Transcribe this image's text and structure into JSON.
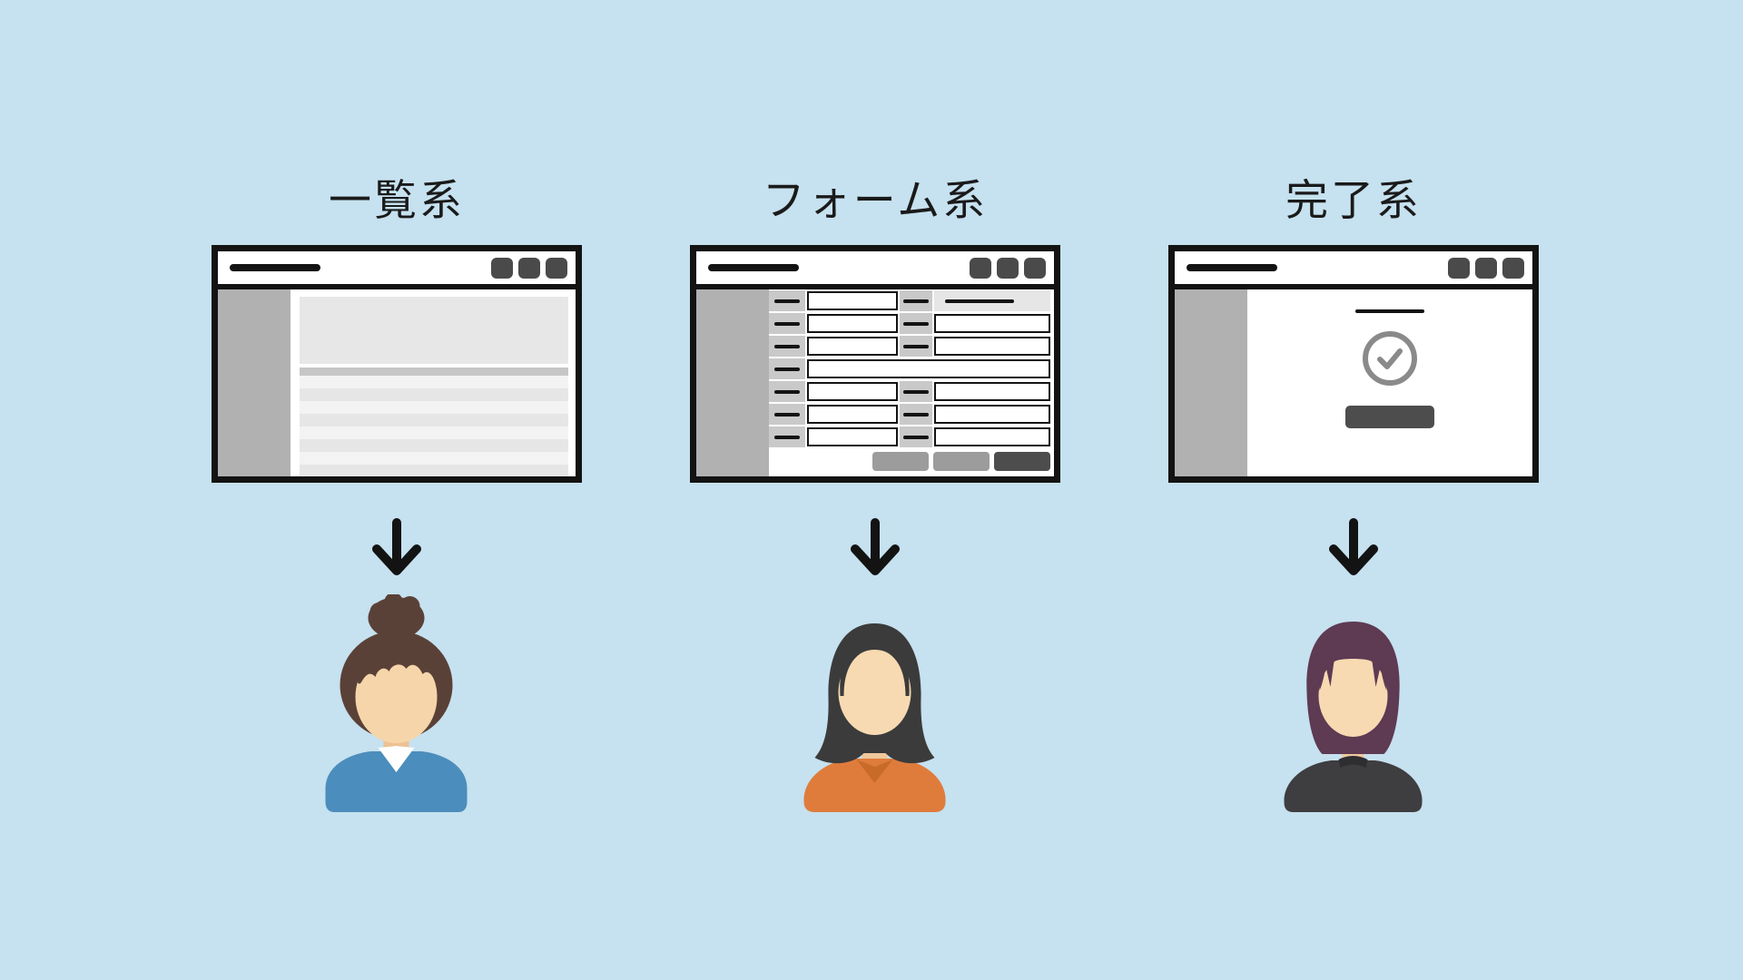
{
  "page": {
    "background_color": "#C6E1EF",
    "text_color": "#1A1A1A"
  },
  "columns": [
    {
      "id": "list",
      "title": "一覧系",
      "screen_type": "list-screen",
      "persona": "woman-with-hair-bun-blue-sweater"
    },
    {
      "id": "form",
      "title": "フォーム系",
      "screen_type": "form-screen",
      "persona": "woman-with-long-dark-hair-orange-top"
    },
    {
      "id": "completion",
      "title": "完了系",
      "screen_type": "completion-screen",
      "persona": "woman-with-purple-bob-dark-top"
    }
  ],
  "window_mockup": {
    "control_buttons": 3,
    "has_sidebar": true,
    "form_rows": 7,
    "form_action_buttons": 3,
    "list_rows": 8
  },
  "palette": {
    "outline_black": "#131313",
    "window_control_gray": "#4A4A4A",
    "sidebar_gray": "#B1B1B1",
    "panel_gray": "#E7E7E7",
    "list_header_gray": "#C6C6C6",
    "form_label_gray": "#C9C9C9",
    "muted_button_gray": "#9C9C9C",
    "dark_button_gray": "#4D4D4D",
    "check_circle_gray": "#8A8A8A",
    "skin_tone": "#F6D5AA",
    "avatar1_hair": "#5A4138",
    "avatar1_shirt": "#4B8DBC",
    "avatar2_hair": "#3B3B3B",
    "avatar2_shirt": "#DF7C3C",
    "avatar3_hair": "#5E3A53",
    "avatar3_shirt": "#3E3D40"
  }
}
